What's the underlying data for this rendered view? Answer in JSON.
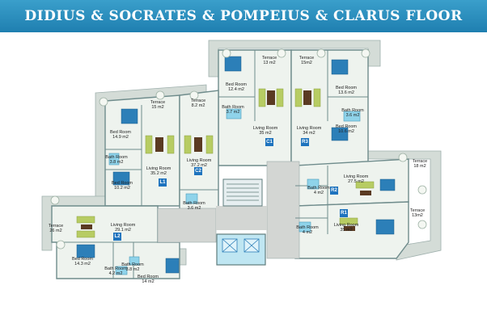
{
  "title": "DIDIUS & SOCRATES & POMPEIUS & CLARUS FLOOR PLAN",
  "colors": {
    "banner": "#2a8fc0",
    "floor": "#eef3ee",
    "wall": "#6f8c8c",
    "terrace": "#d4dcd7",
    "badge": "#1e73be",
    "bath": "#8fd3ea",
    "bed": "#2c7fb8",
    "sofa": "#b7cc63",
    "table": "#5a3a22",
    "corridor": "#c9ccc9"
  },
  "rooms": [
    {
      "id": "t_c1",
      "name": "Terrace",
      "area": "13 m2"
    },
    {
      "id": "t_r3",
      "name": "Terrace",
      "area": "15m2"
    },
    {
      "id": "bed_c1",
      "name": "Bed Room",
      "area": "12.4 m2"
    },
    {
      "id": "bed_r3a",
      "name": "Bed Room",
      "area": "13.6 m2"
    },
    {
      "id": "t_l1",
      "name": "Terrace",
      "area": "15 m2"
    },
    {
      "id": "t_c2",
      "name": "Terrace",
      "area": "8.2 m2"
    },
    {
      "id": "bath_c1",
      "name": "Bath Room",
      "area": "3.7 m2"
    },
    {
      "id": "bath_r3",
      "name": "Bath Room",
      "area": "3.6 m2"
    },
    {
      "id": "bed_l1",
      "name": "Bed Room",
      "area": "14.9 m2"
    },
    {
      "id": "bed_r3b",
      "name": "Bed Room",
      "area": "10.6 m2"
    },
    {
      "id": "liv_c1",
      "name": "Living Room",
      "area": "35 m2"
    },
    {
      "id": "liv_r3",
      "name": "Living Room",
      "area": "34 m2"
    },
    {
      "id": "liv_l1",
      "name": "Living Room",
      "area": "35.2 m2"
    },
    {
      "id": "liv_c2",
      "name": "Living Room",
      "area": "37.2 m2"
    },
    {
      "id": "bath_l1",
      "name": "Bath Room",
      "area": "3.8 m2"
    },
    {
      "id": "t_r2",
      "name": "Terrace",
      "area": "18 m2"
    },
    {
      "id": "bed_l1b",
      "name": "Bed Room",
      "area": "10.2 m2"
    },
    {
      "id": "liv_r2",
      "name": "Living Room",
      "area": "27.5 m2"
    },
    {
      "id": "bath_r2",
      "name": "Bath Room",
      "area": "4 m2"
    },
    {
      "id": "bath_c2",
      "name": "Bath Room",
      "area": "3.6 m2"
    },
    {
      "id": "t_l2",
      "name": "Terrace",
      "area": "26 m2"
    },
    {
      "id": "liv_l2",
      "name": "Living Room",
      "area": "29.1 m2"
    },
    {
      "id": "liv_r1",
      "name": "Living Room",
      "area": "35 m2"
    },
    {
      "id": "t_r1",
      "name": "Terrace",
      "area": "13m2"
    },
    {
      "id": "bath_r1",
      "name": "Bath Room",
      "area": "4 m2"
    },
    {
      "id": "bed_l2a",
      "name": "Bed Room",
      "area": "14.3 m2"
    },
    {
      "id": "bath_l2a",
      "name": "Bath Room",
      "area": "3.8 m2"
    },
    {
      "id": "bath_l2b",
      "name": "Bath Room",
      "area": "4.2 m2"
    },
    {
      "id": "bed_l2b",
      "name": "Bed Room",
      "area": "14 m2"
    }
  ],
  "units": [
    {
      "id": "c1",
      "label": "C1"
    },
    {
      "id": "r3",
      "label": "R3"
    },
    {
      "id": "l1",
      "label": "L1"
    },
    {
      "id": "c2",
      "label": "C2"
    },
    {
      "id": "r2",
      "label": "R2"
    },
    {
      "id": "l2",
      "label": "L2"
    },
    {
      "id": "r1",
      "label": "R1"
    }
  ]
}
